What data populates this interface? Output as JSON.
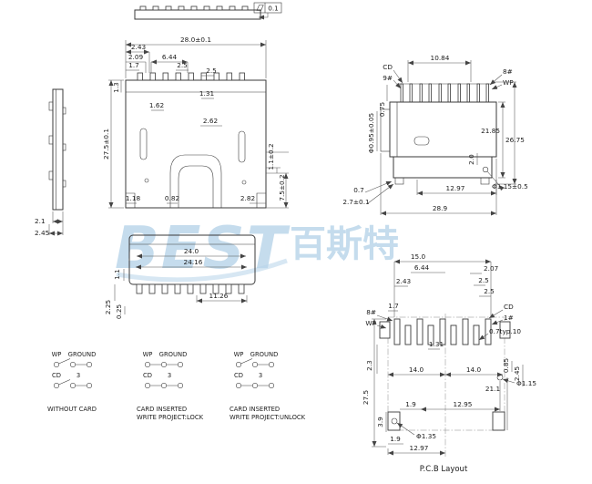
{
  "watermark": {
    "brand": "BEST",
    "brand_cjk": "百斯特"
  },
  "top_view": {
    "flatness": "0.1"
  },
  "front_view": {
    "width": "28.0±0.1",
    "d_2_43": "2.43",
    "d_2_09": "2.09",
    "d_6_44": "6.44",
    "d_1_7": "1.7",
    "d_2_5a": "2.5",
    "d_2_5b": "2.5",
    "d_1_3": "1.3",
    "d_1_31": "1.31",
    "d_1_62": "1.62",
    "d_2_62": "2.62",
    "height": "27.5±0.1",
    "d_1_18": "1.18",
    "d_0_82": "0.82",
    "d_2_82": "2.82",
    "d_1_1": "1.1±0.2",
    "d_7_5": "7.5±0.2"
  },
  "left_view": {
    "d_2_1": "2.1",
    "d_2_45": "2.45"
  },
  "side_view": {
    "d_10_84": "10.84",
    "pin_cd": "CD",
    "pin_9": "9#",
    "pin_8": "8#",
    "pin_wp": "WP",
    "d_phi_0_95": "Φ0.95±0.05",
    "d_0_75": "0.75",
    "d_21_85": "21.85",
    "d_26_75": "26.75",
    "d_2_0": "2.0",
    "d_12_97": "12.97",
    "d_28_9": "28.9",
    "d_0_7": "0.7",
    "d_2_7": "2.7±0.1",
    "d_phi_1_15": "Φ1.15±0.5"
  },
  "bottom_view": {
    "d_24_0": "24.0",
    "d_24_16": "24.16",
    "d_11_26": "11.26",
    "d_1_1": "1.1",
    "d_2_25": "2.25",
    "d_0_25": "0.25"
  },
  "pcb_layout": {
    "title": "P.C.B Layout",
    "d_15_0": "15.0",
    "d_6_44": "6.44",
    "d_2_07": "2.07",
    "d_2_43": "2.43",
    "d_2_5a": "2.5",
    "d_2_5b": "2.5",
    "d_1_7": "1.7",
    "pin_8": "8#",
    "pin_wp": "WP",
    "pin_cd": "CD",
    "pin_1": "1#",
    "d_0_7_typ": "0.7typ.10",
    "d_1_31": "1.31",
    "d_2_3": "2.3",
    "d_14_0a": "14.0",
    "d_14_0b": "14.0",
    "d_0_85": "0.85",
    "d_2_45": "2.45",
    "d_21_1": "21.1",
    "d_27_5": "27.5",
    "d_phi_1_15": "Φ1.15",
    "d_1_9a": "1.9",
    "d_12_95": "12.95",
    "d_3_9": "3.9",
    "d_1_9b": "1.9",
    "d_phi_1_35": "Φ1.35",
    "d_12_97": "12.97"
  },
  "switch_states": {
    "wp": "WP",
    "ground": "GROUND",
    "cd": "CD",
    "pin3": "3",
    "cap1": "WITHOUT CARD",
    "cap2_line1": "CARD INSERTED",
    "cap2_line2": "WRITE PROJECT:LOCK",
    "cap3_line1": "CARD INSERTED",
    "cap3_line2": "WRITE PROJECT:UNLOCK"
  }
}
